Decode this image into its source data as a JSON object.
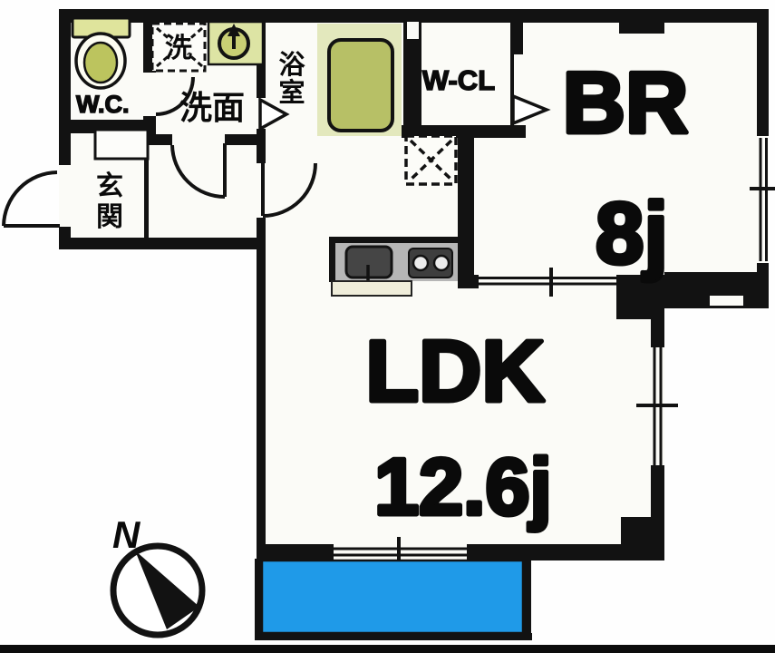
{
  "floorplan": {
    "type": "japanese-apartment-floor-plan",
    "rooms": {
      "wc": {
        "label": "W.C."
      },
      "laundry": {
        "label": "洗"
      },
      "washroom": {
        "label": "洗面"
      },
      "bathroom": {
        "label_char1": "浴",
        "label_char2": "室"
      },
      "walk_in_closet": {
        "label": "W-CL"
      },
      "bedroom": {
        "label": "BR",
        "size": "8j"
      },
      "entrance": {
        "label_char1": "玄",
        "label_char2": "関"
      },
      "ldk": {
        "label": "LDK",
        "size": "12.6j"
      }
    },
    "compass": {
      "north_label": "N"
    },
    "colors": {
      "wall": "#121212",
      "floor": "#fbfbf7",
      "balcony_blue": "#1f9ae8",
      "tub_green": "#b7c066",
      "tub_surround_green": "#e3e8bd",
      "tank_green": "#dfe49c",
      "bowl_green": "#bcc45e",
      "basin_counter_green": "#dde4a4",
      "basin_bowl_green": "#c9cf74",
      "kitchen_counter_gray": "#b6b6b6",
      "appliance_dark": "#454545",
      "counter_front_cream": "#efedda",
      "bottom_strip": "#0c0c0c"
    }
  }
}
